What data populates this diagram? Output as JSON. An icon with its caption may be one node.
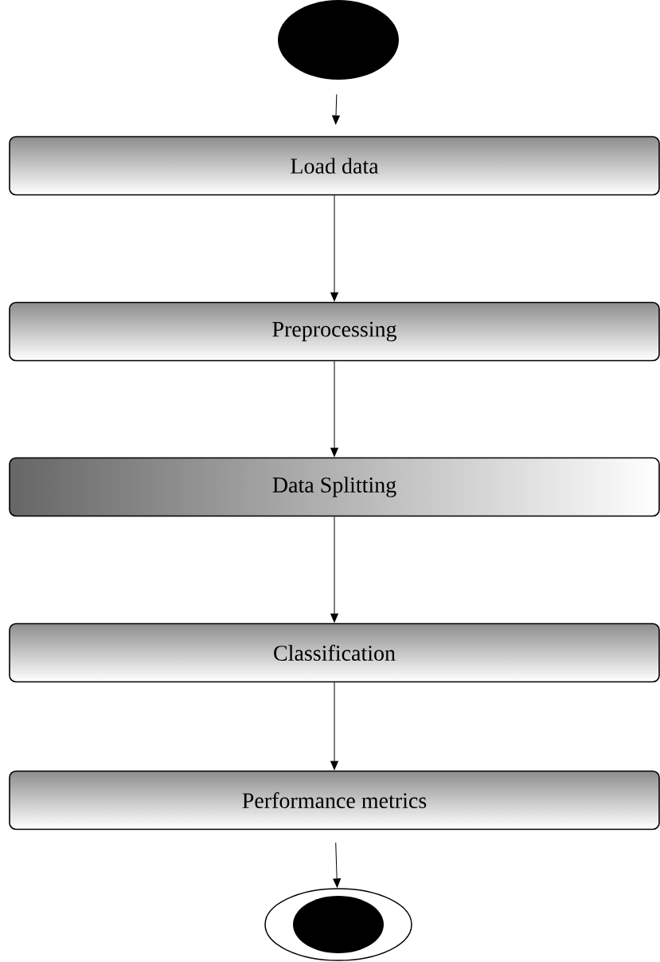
{
  "diagram": {
    "nodes": [
      {
        "text": [],
        "shape": "circle"
      },
      {
        "text": [
          "Load data"
        ]
      },
      {
        "text": [
          "Preprocessing"
        ]
      },
      {
        "text": [
          "Data Splitting"
        ]
      },
      {
        "text": [
          "Classification"
        ]
      },
      {
        "text": [
          "Performance metrics"
        ]
      },
      {
        "text": [],
        "shape": "circle"
      }
    ],
    "edges": [
      {
        "from": 0,
        "to": 1,
        "arrow": "to"
      },
      {
        "from": 1,
        "to": 2,
        "arrow": "to"
      },
      {
        "from": 2,
        "to": 3,
        "arrow": "to"
      },
      {
        "from": 3,
        "to": 4,
        "arrow": "to"
      },
      {
        "from": 4,
        "to": 5,
        "arrow": "to"
      },
      {
        "from": 5,
        "to": 6,
        "arrow": "to"
      }
    ]
  }
}
